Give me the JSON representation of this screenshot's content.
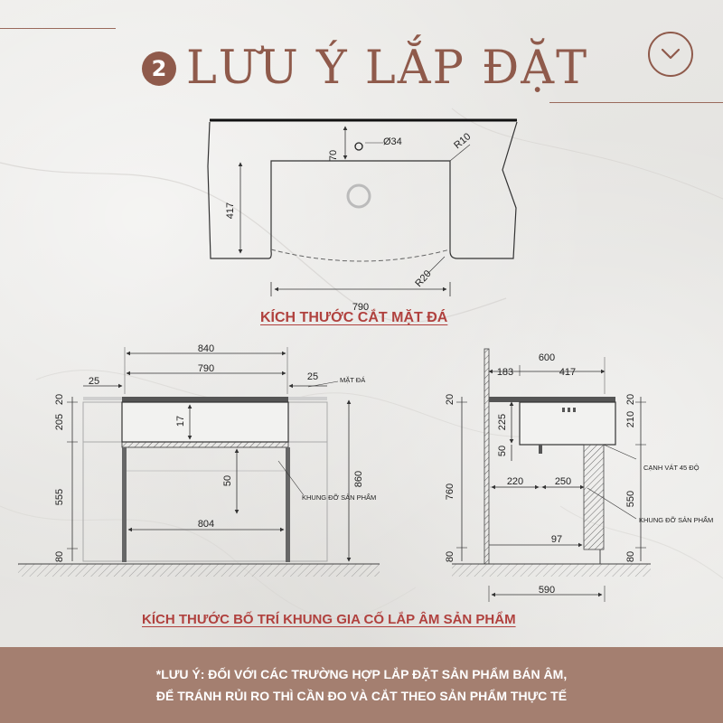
{
  "header": {
    "step_number": "2",
    "title": "LƯU Ý LẮP ĐẶT",
    "nav_icon": "chevron-down-icon",
    "accent_color": "#8f5a4b"
  },
  "top_view": {
    "caption": "KÍCH THƯỚC CẮT MẶT ĐÁ",
    "dims": {
      "hole_diameter": "Ø34",
      "radius_top": "R10",
      "radius_bottom": "R20",
      "offset_top": "70",
      "depth": "417",
      "width": "790"
    }
  },
  "front_view": {
    "dims": {
      "total_width": "840",
      "inner_width": "790",
      "left_margin": "25",
      "right_margin": "25",
      "top_thickness": "20",
      "basin_height": "205",
      "lower_height": "555",
      "foot_height": "80",
      "inner_drop": "17",
      "shelf_gap": "50",
      "frame_width": "804",
      "total_height": "860"
    },
    "labels": {
      "stone_top": "MẶT ĐÁ",
      "frame": "KHUNG ĐỠ SẢN PHẨM"
    }
  },
  "side_view": {
    "dims": {
      "total_depth": "600",
      "back_offset": "183",
      "basin_depth": "417",
      "top_thickness_left": "20",
      "top_thickness_right": "20",
      "basin_height": "225",
      "front_height": "210",
      "lower_gap": "50",
      "main_height": "760",
      "front_lower": "550",
      "gap_220": "220",
      "gap_250": "250",
      "panel_depth": "97",
      "foot_left": "80",
      "foot_right": "80",
      "base_depth": "590"
    },
    "labels": {
      "bevel": "CẠNH VÁT 45 ĐỘ",
      "frame": "KHUNG ĐỠ SẢN PHẨM"
    }
  },
  "layout_caption": "KÍCH THƯỚC BỐ TRÍ KHUNG GIA CỐ LẮP ÂM SẢN PHẨM",
  "note": {
    "line1": "*LƯU Ý: ĐỐI VỚI CÁC TRƯỜNG HỢP LẮP ĐẶT SẢN PHẨM BÁN ÂM,",
    "line2": "ĐỂ TRÁNH RỦI RO THÌ CẦN ĐO VÀ CẮT THEO SẢN PHẨM THỰC TẾ",
    "band_color": "#a47f70"
  }
}
